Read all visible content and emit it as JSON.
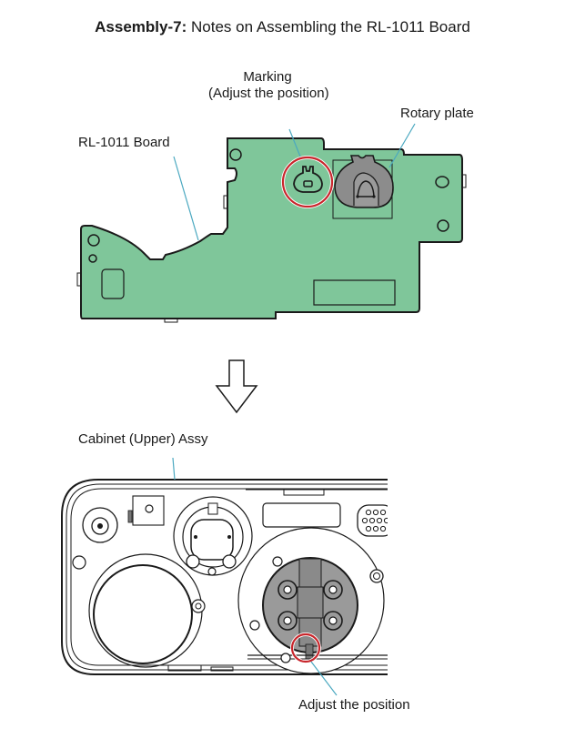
{
  "title": {
    "prefix": "Assembly-7:",
    "text": "Notes on Assembling the RL-1011 Board"
  },
  "labels": {
    "marking_line1": "Marking",
    "marking_line2": "(Adjust the position)",
    "rotary_plate": "Rotary plate",
    "board": "RL-1011 Board",
    "cabinet": "Cabinet (Upper) Assy",
    "adjust_position": "Adjust the position"
  },
  "colors": {
    "board_fill": "#7fc69a",
    "outline": "#1a1a1a",
    "leader_line": "#4aa8c0",
    "highlight_circle": "#c8262c",
    "rotary_plate_fill": "#8c8c8c",
    "rotor_fill": "#9a9a9a"
  },
  "icons": {
    "step_arrow": "down-arrow-outline"
  }
}
